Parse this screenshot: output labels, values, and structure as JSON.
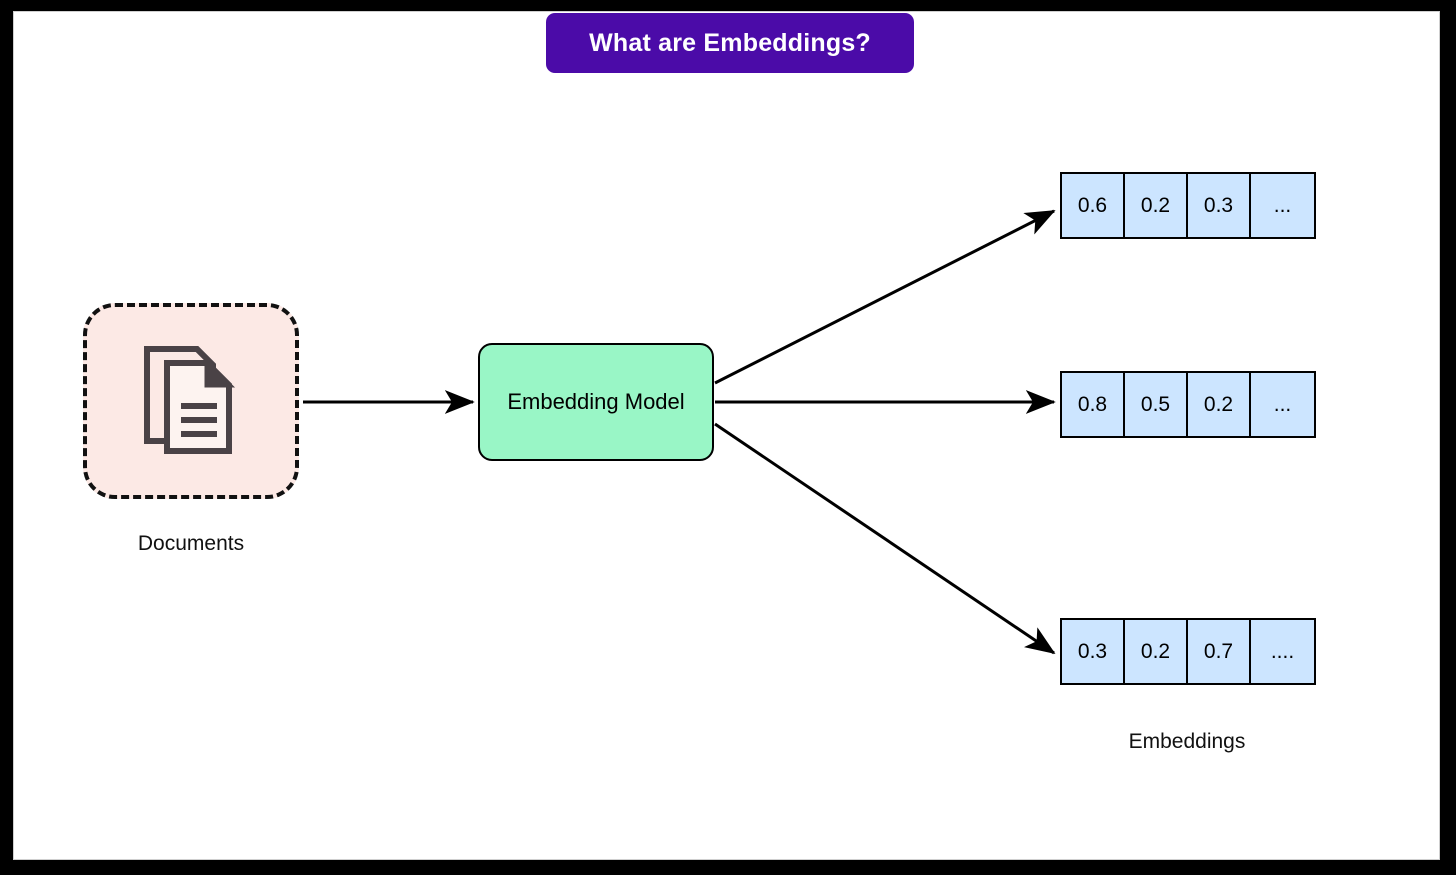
{
  "title": {
    "text": "What are Embeddings?",
    "background": "#4B0BA8",
    "color": "#ffffff"
  },
  "diagram": {
    "type": "flow",
    "source": {
      "label": "Documents",
      "icon": "documents-stack-icon",
      "fill": "#FCE9E5",
      "border_style": "dashed",
      "border_color": "#111111"
    },
    "processor": {
      "label": "Embedding Model",
      "fill": "#99F6C6",
      "border_color": "#000000"
    },
    "output": {
      "label": "Embeddings",
      "cell_fill": "#CCE5FF",
      "border_color": "#000000",
      "vectors": [
        {
          "cells": [
            "0.6",
            "0.2",
            "0.3",
            "..."
          ]
        },
        {
          "cells": [
            "0.8",
            "0.5",
            "0.2",
            "..."
          ]
        },
        {
          "cells": [
            "0.3",
            "0.2",
            "0.7",
            "...."
          ]
        }
      ]
    },
    "edges": [
      {
        "from": "documents",
        "to": "embedding-model",
        "style": "solid-arrow"
      },
      {
        "from": "embedding-model",
        "to": "vector-1",
        "style": "solid-arrow"
      },
      {
        "from": "embedding-model",
        "to": "vector-2",
        "style": "solid-arrow"
      },
      {
        "from": "embedding-model",
        "to": "vector-3",
        "style": "solid-arrow"
      }
    ]
  }
}
